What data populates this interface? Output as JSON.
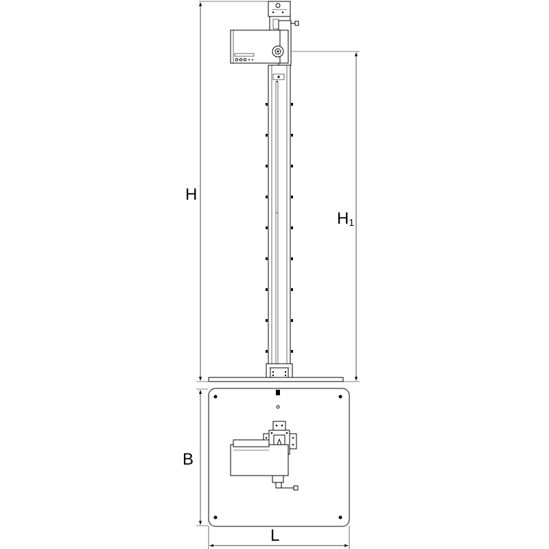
{
  "diagram": {
    "labels": {
      "height": "H",
      "height1_main": "H",
      "height1_sub": "1",
      "depth": "B",
      "length": "L"
    }
  }
}
